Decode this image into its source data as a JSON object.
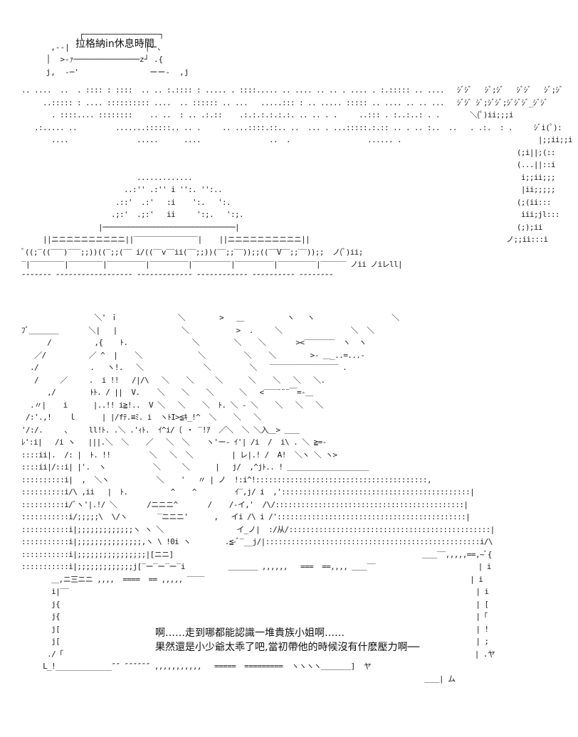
{
  "title": "拉格納in休息時間",
  "dialogue": [
    "啊……走到哪都能認識一堆貴族小姐啊……",
    "果然還是小少爺太乖了吧,當初帶他的時候沒有什麽壓力啊──"
  ],
  "colors": {
    "background": "#ffffff",
    "ink": "#111111"
  }
}
